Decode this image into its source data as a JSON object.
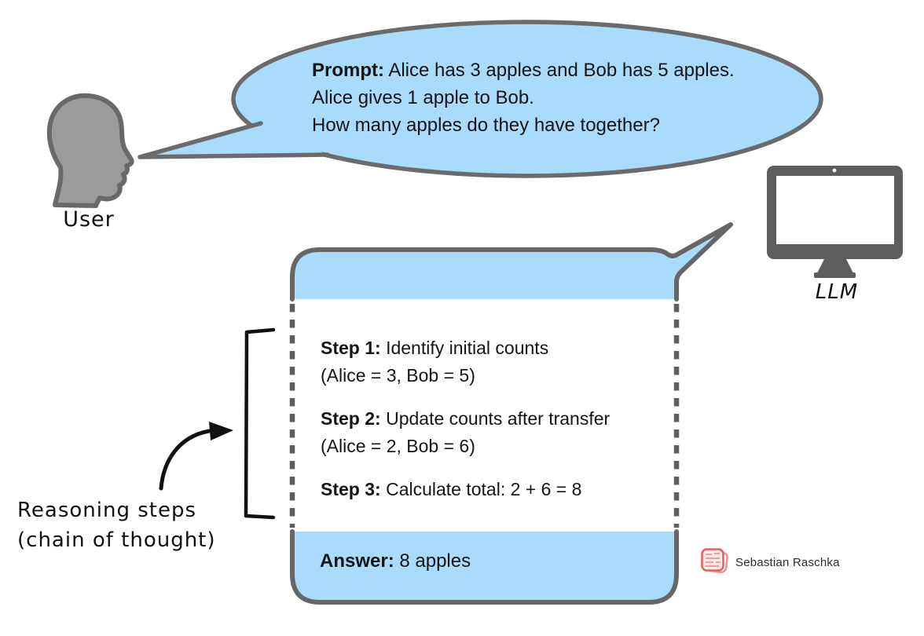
{
  "prompt_bubble": {
    "prefix": "Prompt:",
    "line1": " Alice has 3 apples and Bob has 5 apples.",
    "line2": "Alice gives 1 apple to Bob.",
    "line3": "How many apples do they have together?"
  },
  "actors": {
    "user_label": "User",
    "llm_label": "LLM"
  },
  "llm_bubble": {
    "steps": [
      {
        "prefix": "Step 1:",
        "text": " Identify initial counts",
        "detail": "(Alice = 3, Bob = 5)"
      },
      {
        "prefix": "Step 2:",
        "text": " Update counts after transfer",
        "detail": "(Alice = 2, Bob = 6)"
      },
      {
        "prefix": "Step 3:",
        "text": " Calculate total: 2 + 6 = 8",
        "detail": ""
      }
    ],
    "answer_prefix": "Answer:",
    "answer_text": " 8 apples"
  },
  "annotation": {
    "line1": "Reasoning steps",
    "line2": "(chain of thought)"
  },
  "watermark": {
    "name": "Sebastian Raschka",
    "icon": "seal-stamp-icon"
  },
  "colors": {
    "bubble_blue": "#a8dbfc",
    "outline_gray": "#666666",
    "head_gray": "#9b9b9b",
    "monitor_gray": "#5d5d5d",
    "stamp_red": "#e4605e",
    "text_black": "#151515"
  }
}
